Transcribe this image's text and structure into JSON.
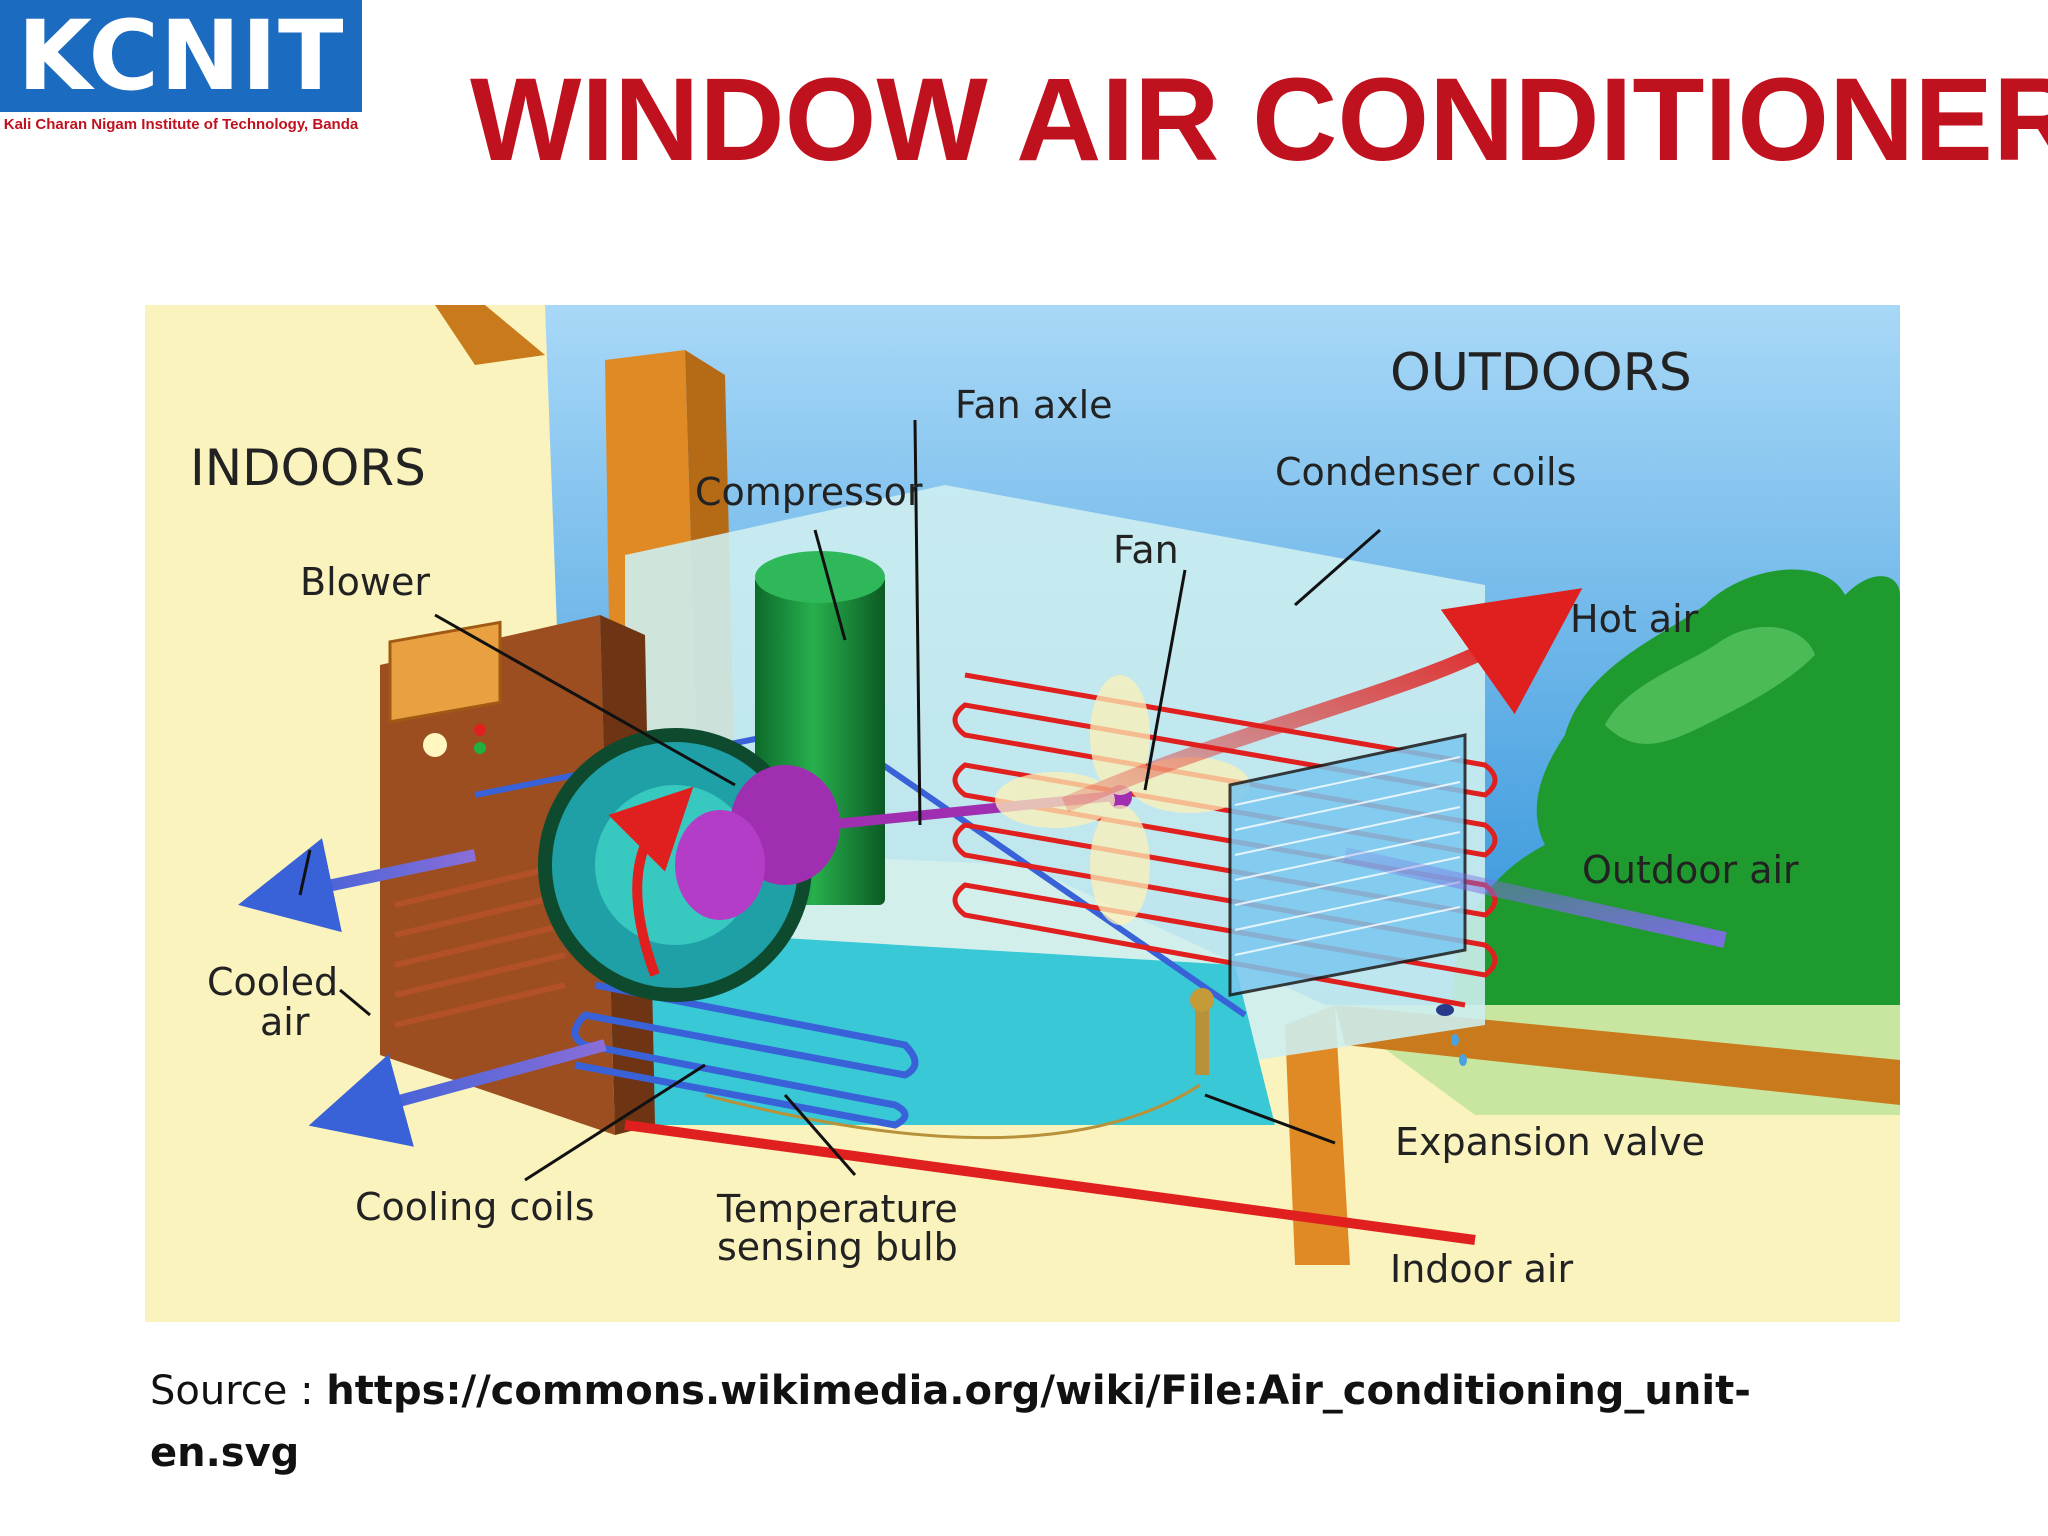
{
  "logo": {
    "name": "KCNIT",
    "subtitle": "Kali Charan Nigam Institute of Technology, Banda"
  },
  "title": "WINDOW AIR CONDITIONER",
  "diagram": {
    "labels": {
      "indoors": "INDOORS",
      "outdoors": "OUTDOORS",
      "fan_axle": "Fan axle",
      "compressor": "Compressor",
      "condenser_coils": "Condenser coils",
      "fan": "Fan",
      "blower": "Blower",
      "hot_air": "Hot air",
      "outdoor_air": "Outdoor air",
      "cooled_air_1": "Cooled",
      "cooled_air_2": "air",
      "expansion_valve": "Expansion valve",
      "cooling_coils": "Cooling coils",
      "temp_bulb_1": "Temperature",
      "temp_bulb_2": "sensing bulb",
      "indoor_air": "Indoor air"
    }
  },
  "source": {
    "prefix": "Source : ",
    "url_line1": "https://commons.wikimedia.org/wiki/File:Air_conditioning_unit-",
    "url_line2": "en.svg"
  },
  "colors": {
    "title": "#c0111f",
    "logo_bg": "#1b6bc0",
    "indoor_bg": "#fbf3bd",
    "sky": "#3b9fe0",
    "tree": "#1f9a2e",
    "hot": "#e0201e",
    "cool": "#3a62d8"
  }
}
